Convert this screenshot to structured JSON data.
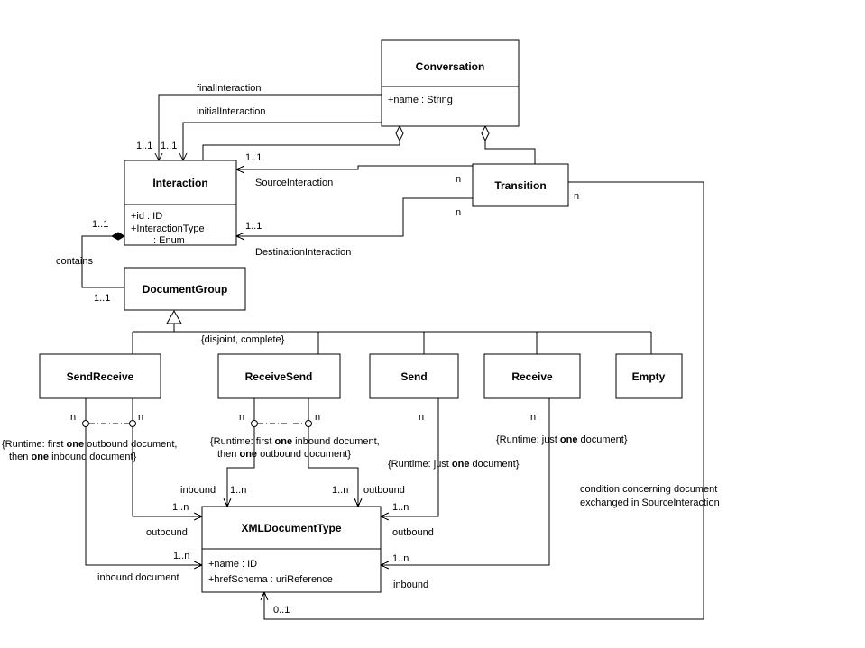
{
  "classes": {
    "conversation": {
      "name": "Conversation",
      "attr1": "+name : String"
    },
    "interaction": {
      "name": "Interaction",
      "attr1": "+id : ID",
      "attr2": "+InteractionType",
      "attr3": ": Enum"
    },
    "transition": {
      "name": "Transition"
    },
    "document_group": {
      "name": "DocumentGroup"
    },
    "send_receive": {
      "name": "SendReceive"
    },
    "receive_send": {
      "name": "ReceiveSend"
    },
    "send": {
      "name": "Send"
    },
    "receive": {
      "name": "Receive"
    },
    "empty": {
      "name": "Empty"
    },
    "xml_document_type": {
      "name": "XMLDocumentType",
      "attr1": "+name : ID",
      "attr2": "+hrefSchema : uriReference"
    }
  },
  "labels": {
    "final_interaction": "finalInteraction",
    "initial_interaction": "initialInteraction",
    "source_interaction": "SourceInteraction",
    "destination_interaction": "DestinationInteraction",
    "contains": "contains",
    "disjoint_complete": "{disjoint, complete}",
    "inbound": "inbound",
    "outbound": "outbound",
    "inbound_document": "inbound document",
    "note_line1": "condition concerning document",
    "note_line2": "exchanged in SourceInteraction"
  },
  "multiplicities": {
    "one_to_one": "1..1",
    "many": "n",
    "one_to_many": "1..n",
    "zero_to_one": "0..1"
  },
  "constraints": {
    "sr_line1_pre": "{Runtime: first ",
    "sr_line1_bold": "one",
    "sr_line1_post": " outbound document,",
    "sr_line2_pre": "then ",
    "sr_line2_bold": "one",
    "sr_line2_post": " inbound document}",
    "rs_line1_pre": "{Runtime: first ",
    "rs_line1_bold": "one",
    "rs_line1_post": " inbound document,",
    "rs_line2_pre": "then ",
    "rs_line2_bold": "one",
    "rs_line2_post": " outbound document}",
    "just_one_pre": "{Runtime: just ",
    "just_one_bold": "one",
    "just_one_post": " document}"
  },
  "colors": {
    "background": "#ffffff",
    "line": "#000000",
    "text": "#000000"
  }
}
